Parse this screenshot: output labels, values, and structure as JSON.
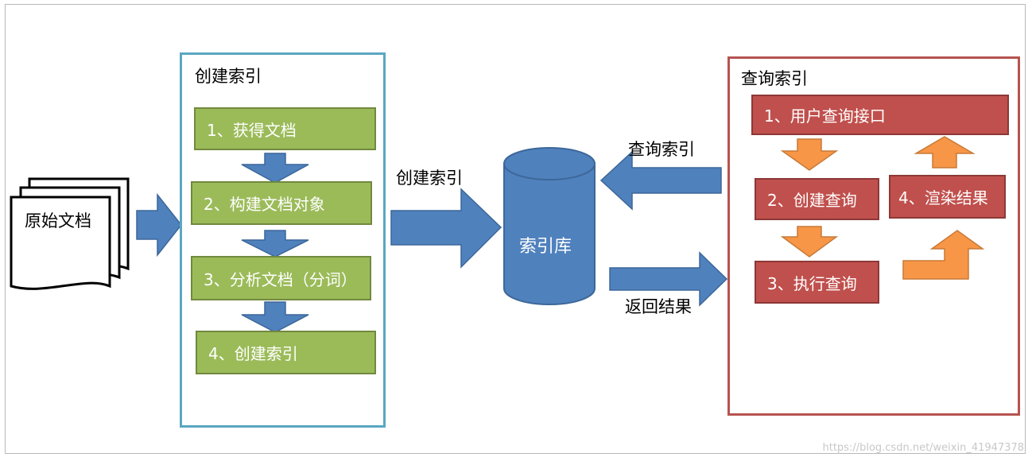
{
  "source_doc": {
    "label": "原始文档"
  },
  "index_panel": {
    "title": "创建索引",
    "steps": [
      "1、获得文档",
      "2、构建文档对象",
      "3、分析文档（分词）",
      "4、创建索引"
    ]
  },
  "database": {
    "label": "索引库"
  },
  "arrow_labels": {
    "create_index": "创建索引",
    "query_index": "查询索引",
    "return_results": "返回结果"
  },
  "query_panel": {
    "title": "查询索引",
    "steps": [
      "1、用户查询接口",
      "2、创建查询",
      "3、执行查询",
      "4、渲染结果"
    ]
  },
  "watermark": "https://blog.csdn.net/weixin_41947378",
  "colors": {
    "blue_arrow": "#4f81bd",
    "orange_arrow": "#f79646",
    "green_step": "#9bbb59",
    "red_step": "#c0504d",
    "index_border": "#5aa7c2",
    "query_border": "#b65350"
  }
}
